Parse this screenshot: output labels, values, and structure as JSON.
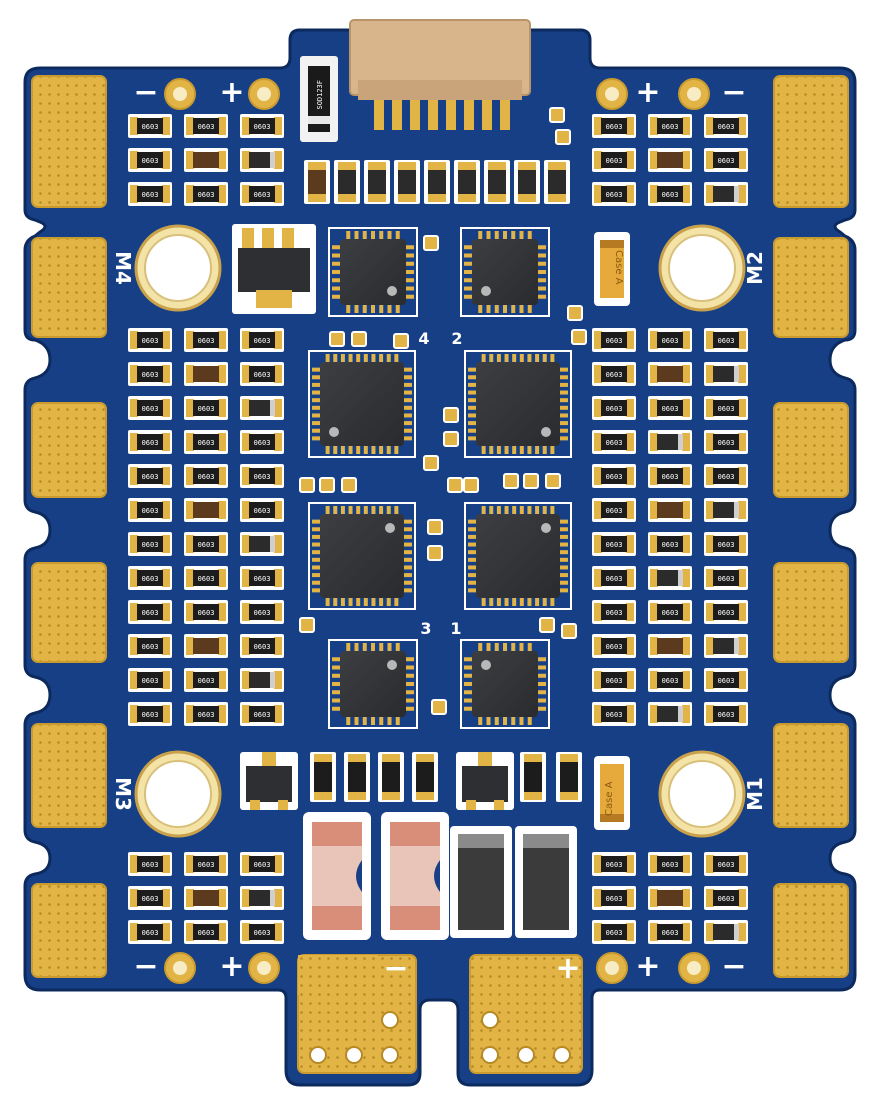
{
  "motor_labels": {
    "m1": "M1",
    "m2": "M2",
    "m3": "M3",
    "m4": "M4"
  },
  "channel_labels": {
    "c1": "1",
    "c2": "2",
    "c3": "3",
    "c4": "4"
  },
  "polarity": {
    "minus": "−",
    "plus": "+"
  },
  "component_codes": {
    "resistor": "0603",
    "resistor_flipped": "0603",
    "tantalum": "Case A",
    "diode": "SOD123F"
  },
  "colors": {
    "board": "#163f86",
    "board_edge": "#0c2a5e",
    "gold": "#e2b446",
    "gold_dark": "#b58a24",
    "chip": "#333538",
    "resistor_body": "#1c1c1c",
    "tantalum": "#e6a93b",
    "inductor": "#d99a85",
    "connector": "#d9b58b"
  }
}
